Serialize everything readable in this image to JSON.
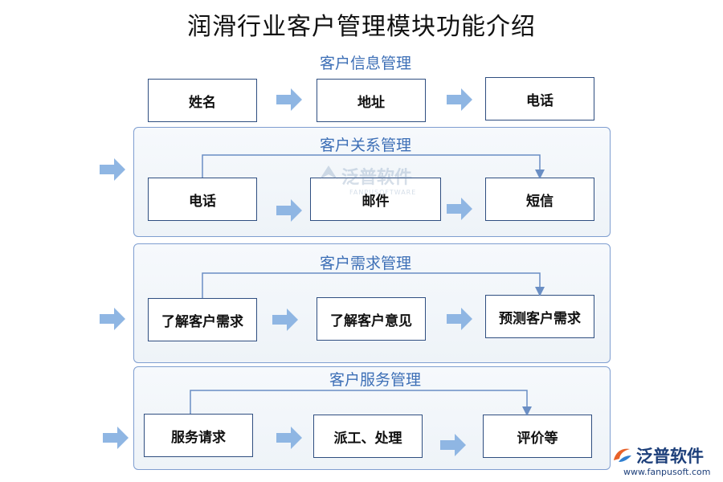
{
  "title": "润滑行业客户管理模块功能介绍",
  "sections": [
    {
      "label": "客户信息管理",
      "boxes": [
        "姓名",
        "地址",
        "电话"
      ]
    },
    {
      "label": "客户关系管理",
      "boxes": [
        "电话",
        "邮件",
        "短信"
      ]
    },
    {
      "label": "客户需求管理",
      "boxes": [
        "了解客户需求",
        "了解客户意见",
        "预测客户需求"
      ]
    },
    {
      "label": "客户服务管理",
      "boxes": [
        "服务请求",
        "派工、处理",
        "评价等"
      ]
    }
  ],
  "watermark": {
    "main": "泛普软件",
    "sub": "FANPUSOFTWARE"
  },
  "logo": {
    "text": "泛普软件",
    "url": "www.fanpusoft.com"
  },
  "colors": {
    "arrow": "#8fb6e3",
    "box_border": "#2f4e80",
    "panel_border": "#7f9ed0",
    "label": "#3d6fb6"
  }
}
